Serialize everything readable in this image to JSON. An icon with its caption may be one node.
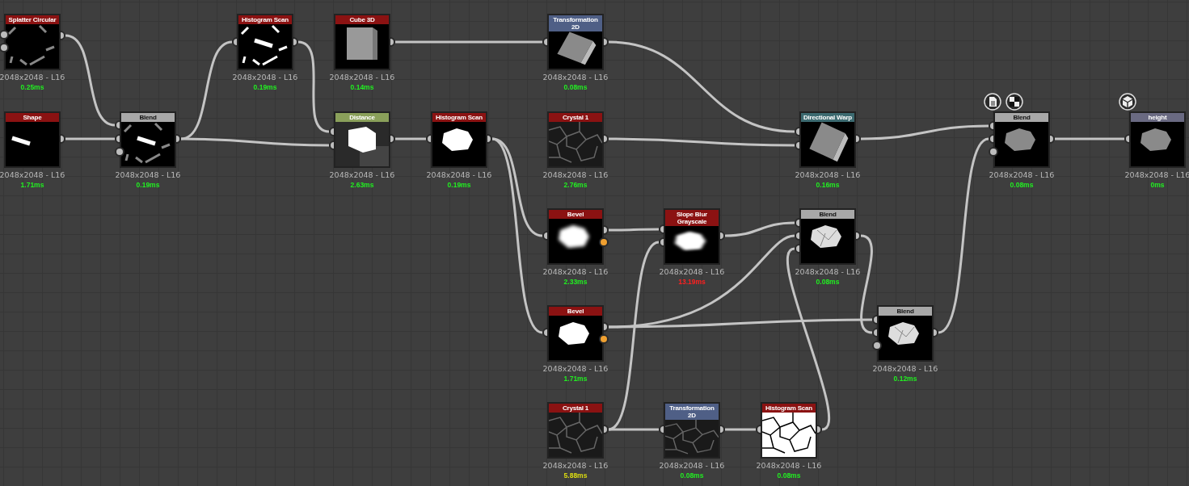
{
  "diagram": {
    "nodes": [
      {
        "text": [
          "Splatter Circular",
          "2048x2048 - L16",
          "0.25ms"
        ]
      },
      {
        "text": [
          "Histogram Scan",
          "2048x2048 - L16",
          "0.19ms"
        ]
      },
      {
        "text": [
          "Cube 3D",
          "2048x2048 - L16",
          "0.14ms"
        ]
      },
      {
        "text": [
          "Transformation 2D",
          "2048x2048 - L16",
          "0.08ms"
        ]
      },
      {
        "text": [
          "Shape",
          "2048x2048 - L16",
          "1.71ms"
        ]
      },
      {
        "text": [
          "Blend",
          "2048x2048 - L16",
          "0.19ms"
        ]
      },
      {
        "text": [
          "Distance",
          "2048x2048 - L16",
          "2.63ms"
        ]
      },
      {
        "text": [
          "Histogram Scan",
          "2048x2048 - L16",
          "0.19ms"
        ]
      },
      {
        "text": [
          "Crystal 1",
          "2048x2048 - L16",
          "2.76ms"
        ]
      },
      {
        "text": [
          "Directional Warp",
          "2048x2048 - L16",
          "0.16ms"
        ]
      },
      {
        "text": [
          "Blend",
          "2048x2048 - L16",
          "0.08ms"
        ]
      },
      {
        "text": [
          "height",
          "2048x2048 - L16",
          "0ms"
        ]
      },
      {
        "text": [
          "Bevel",
          "2048x2048 - L16",
          "2.33ms"
        ]
      },
      {
        "text": [
          "Slope Blur Grayscale",
          "2048x2048 - L16",
          "13.19ms"
        ]
      },
      {
        "text": [
          "Blend",
          "2048x2048 - L16",
          "0.08ms"
        ]
      },
      {
        "text": [
          "Bevel",
          "2048x2048 - L16",
          "1.71ms"
        ]
      },
      {
        "text": [
          "Blend",
          "2048x2048 - L16",
          "0.12ms"
        ]
      },
      {
        "text": [
          "Crystal 1",
          "2048x2048 - L16",
          "5.88ms"
        ]
      },
      {
        "text": [
          "Transformation 2D",
          "2048x2048 - L16",
          "0.08ms"
        ]
      },
      {
        "text": [
          "Histogram Scan",
          "2048x2048 - L16",
          "0.08ms"
        ]
      }
    ],
    "edges": [
      {
        "from": 0,
        "to": 5,
        "arrow": "other"
      },
      {
        "from": 4,
        "to": 5,
        "arrow": "other"
      },
      {
        "from": 5,
        "to": 1,
        "arrow": "other"
      },
      {
        "from": 5,
        "to": 6,
        "arrow": "other"
      },
      {
        "from": 1,
        "to": 6,
        "arrow": "other"
      },
      {
        "from": 2,
        "to": 3,
        "arrow": "other"
      },
      {
        "from": 6,
        "to": 7,
        "arrow": "other"
      },
      {
        "from": 7,
        "to": 12,
        "arrow": "other"
      },
      {
        "from": 7,
        "to": 15,
        "arrow": "other"
      },
      {
        "from": 3,
        "to": 9,
        "arrow": "other"
      },
      {
        "from": 8,
        "to": 9,
        "arrow": "other"
      },
      {
        "from": 9,
        "to": 10,
        "arrow": "other"
      },
      {
        "from": 16,
        "to": 10,
        "arrow": "other"
      },
      {
        "from": 10,
        "to": 11,
        "arrow": "other"
      },
      {
        "from": 12,
        "to": 13,
        "arrow": "other"
      },
      {
        "from": 17,
        "to": 13,
        "arrow": "other"
      },
      {
        "from": 13,
        "to": 14,
        "arrow": "other"
      },
      {
        "from": 15,
        "to": 14,
        "arrow": "other"
      },
      {
        "from": 15,
        "to": 16,
        "arrow": "other"
      },
      {
        "from": 14,
        "to": 16,
        "arrow": "other"
      },
      {
        "from": 19,
        "to": 14,
        "arrow": "other"
      },
      {
        "from": 17,
        "to": 18,
        "arrow": "other"
      },
      {
        "from": 18,
        "to": 19,
        "arrow": "other"
      }
    ]
  }
}
